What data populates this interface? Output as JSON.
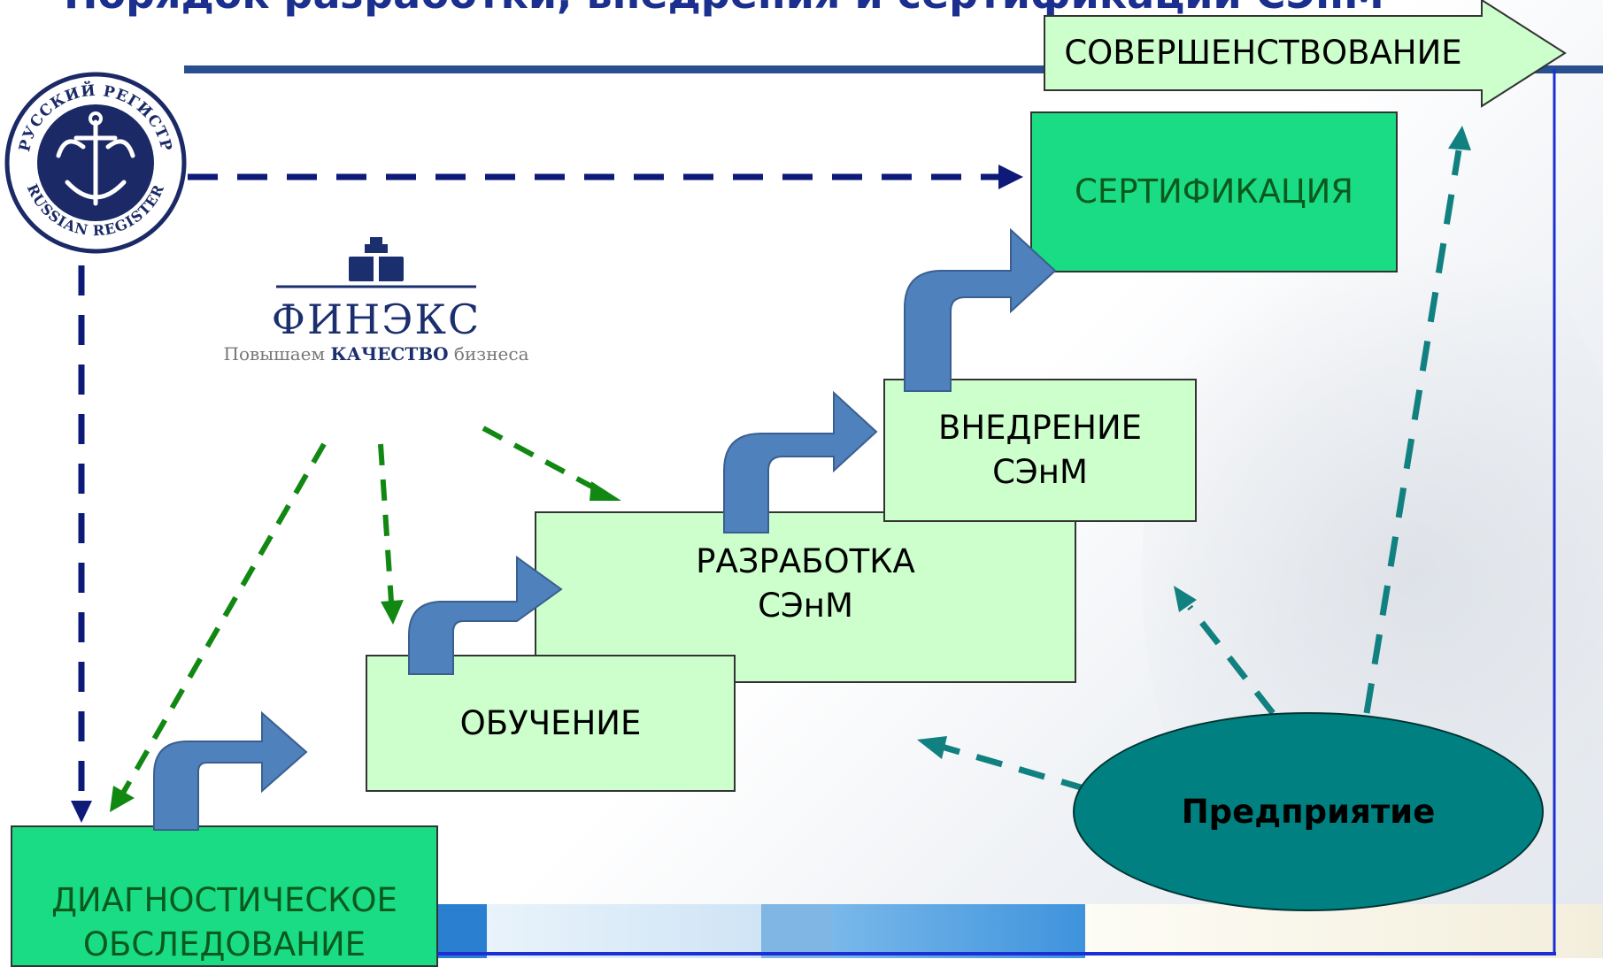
{
  "title": "Порядок разработки, внедрения и сертификации СЭнМ",
  "improvement_label": "СОВЕРШЕНСТВОВАНИЕ",
  "steps": {
    "certification": "СЕРТИФИКАЦИЯ",
    "implementation_line1": "ВНЕДРЕНИЕ",
    "implementation_line2": "СЭнМ",
    "development_line1": "РАЗРАБОТКА",
    "development_line2": "СЭнМ",
    "training": "ОБУЧЕНИЕ",
    "diagnostic_line1": "ДИАГНОСТИЧЕСКОЕ",
    "diagnostic_line2": "ОБСЛЕДОВАНИЕ"
  },
  "enterprise": "Предприятие",
  "finex": {
    "name": "ФИНЭКС",
    "slogan_pre": "Повышаем ",
    "slogan_bold": "КАЧЕСТВО",
    "slogan_post": " бизнеса"
  },
  "register_seal": {
    "text_top": "РУССКИЙ РЕГИСТР",
    "text_bottom": "RUSSIAN REGISTER"
  },
  "colors": {
    "title": "#1b2f8e",
    "light_box": "#ccffcc",
    "bright_box": "#1adc85",
    "enterprise": "#008080",
    "navy_dash": "#0d1a78",
    "green_dash": "#118811",
    "teal_dash": "#118080",
    "step_arrow": "#4f81bd"
  }
}
